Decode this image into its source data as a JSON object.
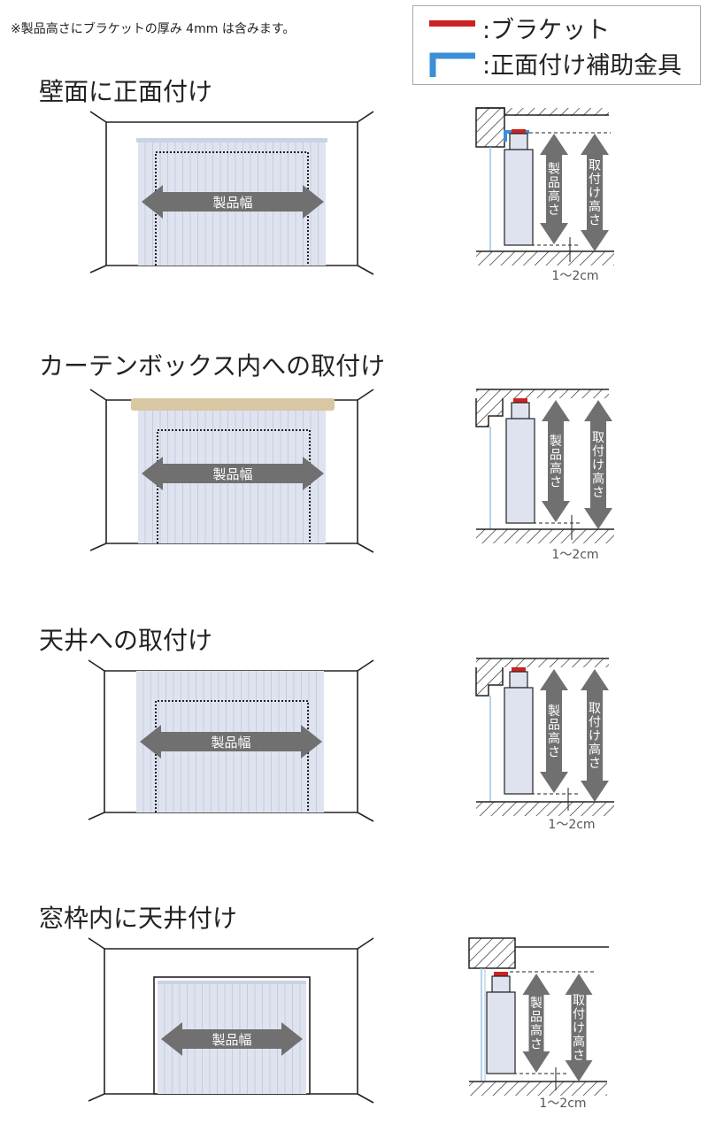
{
  "note": "※製品高さにブラケットの厚み 4mm は含みます。",
  "legend": [
    {
      "label": ":ブラケット",
      "color": "#cc2222",
      "icon": "bracket-icon"
    },
    {
      "label": ":正面付け補助金具",
      "color": "#3a8fd6",
      "icon": "front-mount-fitting-icon"
    }
  ],
  "labels": {
    "width": "製品幅",
    "product_height": "製品高さ",
    "mount_height": "取付け高さ",
    "gap": "1〜2cm"
  },
  "sections": [
    {
      "title": "壁面に正面付け"
    },
    {
      "title": "カーテンボックス内への取付け"
    },
    {
      "title": "天井への取付け"
    },
    {
      "title": "窓枠内に天井付け"
    }
  ],
  "colors": {
    "blind": "#dfe3ef",
    "stripe": "#c7ccdc",
    "box": "#d8c7a2",
    "arrow": "#707070",
    "bracket": "#cc2222",
    "fitting": "#3a8fd6"
  }
}
